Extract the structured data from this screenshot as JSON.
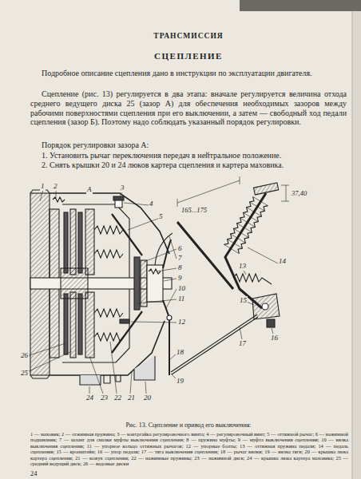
{
  "diagram": {
    "title": "СЦЕПЛЕНИЕ",
    "caption": "Рис. 13. Сцепление и привод его выключения:",
    "labels": [
      "ТРАНСМИССИЯ",
      "Подробное описание сцепления дано в инструкции по эксплуатации двигателя.",
      "Сцепление (рис. 13) регулируется в два этапа: вначале регулируется величина отхода среднего ведущего диска 25 (зазор А) для обеспечения необходимых зазоров между рабочими поверхностями сцепления при его выключении, а затем — свободный ход педали сцепления (зазор Б). Поэтому надо соблюдать указанный порядок регулировки.",
      "Порядок регулировки зазора А:",
      "1. Установить рычаг переключения передач в нейтральное положение.",
      "2. Снять крышки 20 и 24 люков картера сцепления и картера маховика.",
      "1",
      "2",
      "3",
      "4",
      "5",
      "6",
      "7",
      "8",
      "9",
      "10",
      "11",
      "12",
      "13",
      "14",
      "15",
      "16",
      "17",
      "18",
      "19",
      "20",
      "21",
      "22",
      "23",
      "24",
      "25",
      "26",
      "А",
      "165...175",
      "37,40",
      "1 — маховик; 2 — отжимная пружина; 3 — контргайка регулировочного винта; 4 — регулировочный винт; 5 — оттяжной рычаг; 6 — нажимной подшипник; 7 — шланг для смазки муфты выключения сцепления; 8 — пружина муфты; 9 — муфта выключения сцепления; 10 — вилка выключения сцепления; 11 — упорное кольцо оттяжных рычагов; 12 — упорные болты; 13 — оттяжная пружина педали; 14 — педаль сцепления; 15 — кронштейн; 16 — упор педали; 17 — тяга выключения сцепления; 18 — рычаг вилки; 19 — вилка тяги; 20 — крышка люка картера сцепления; 21 — кожух сцепления; 22 — нажимные пружины; 23 — нажимной диск; 24 — крышка люка картера маховика; 25 — средний ведущий диск; 26 — ведомые диски",
      "24"
    ]
  }
}
